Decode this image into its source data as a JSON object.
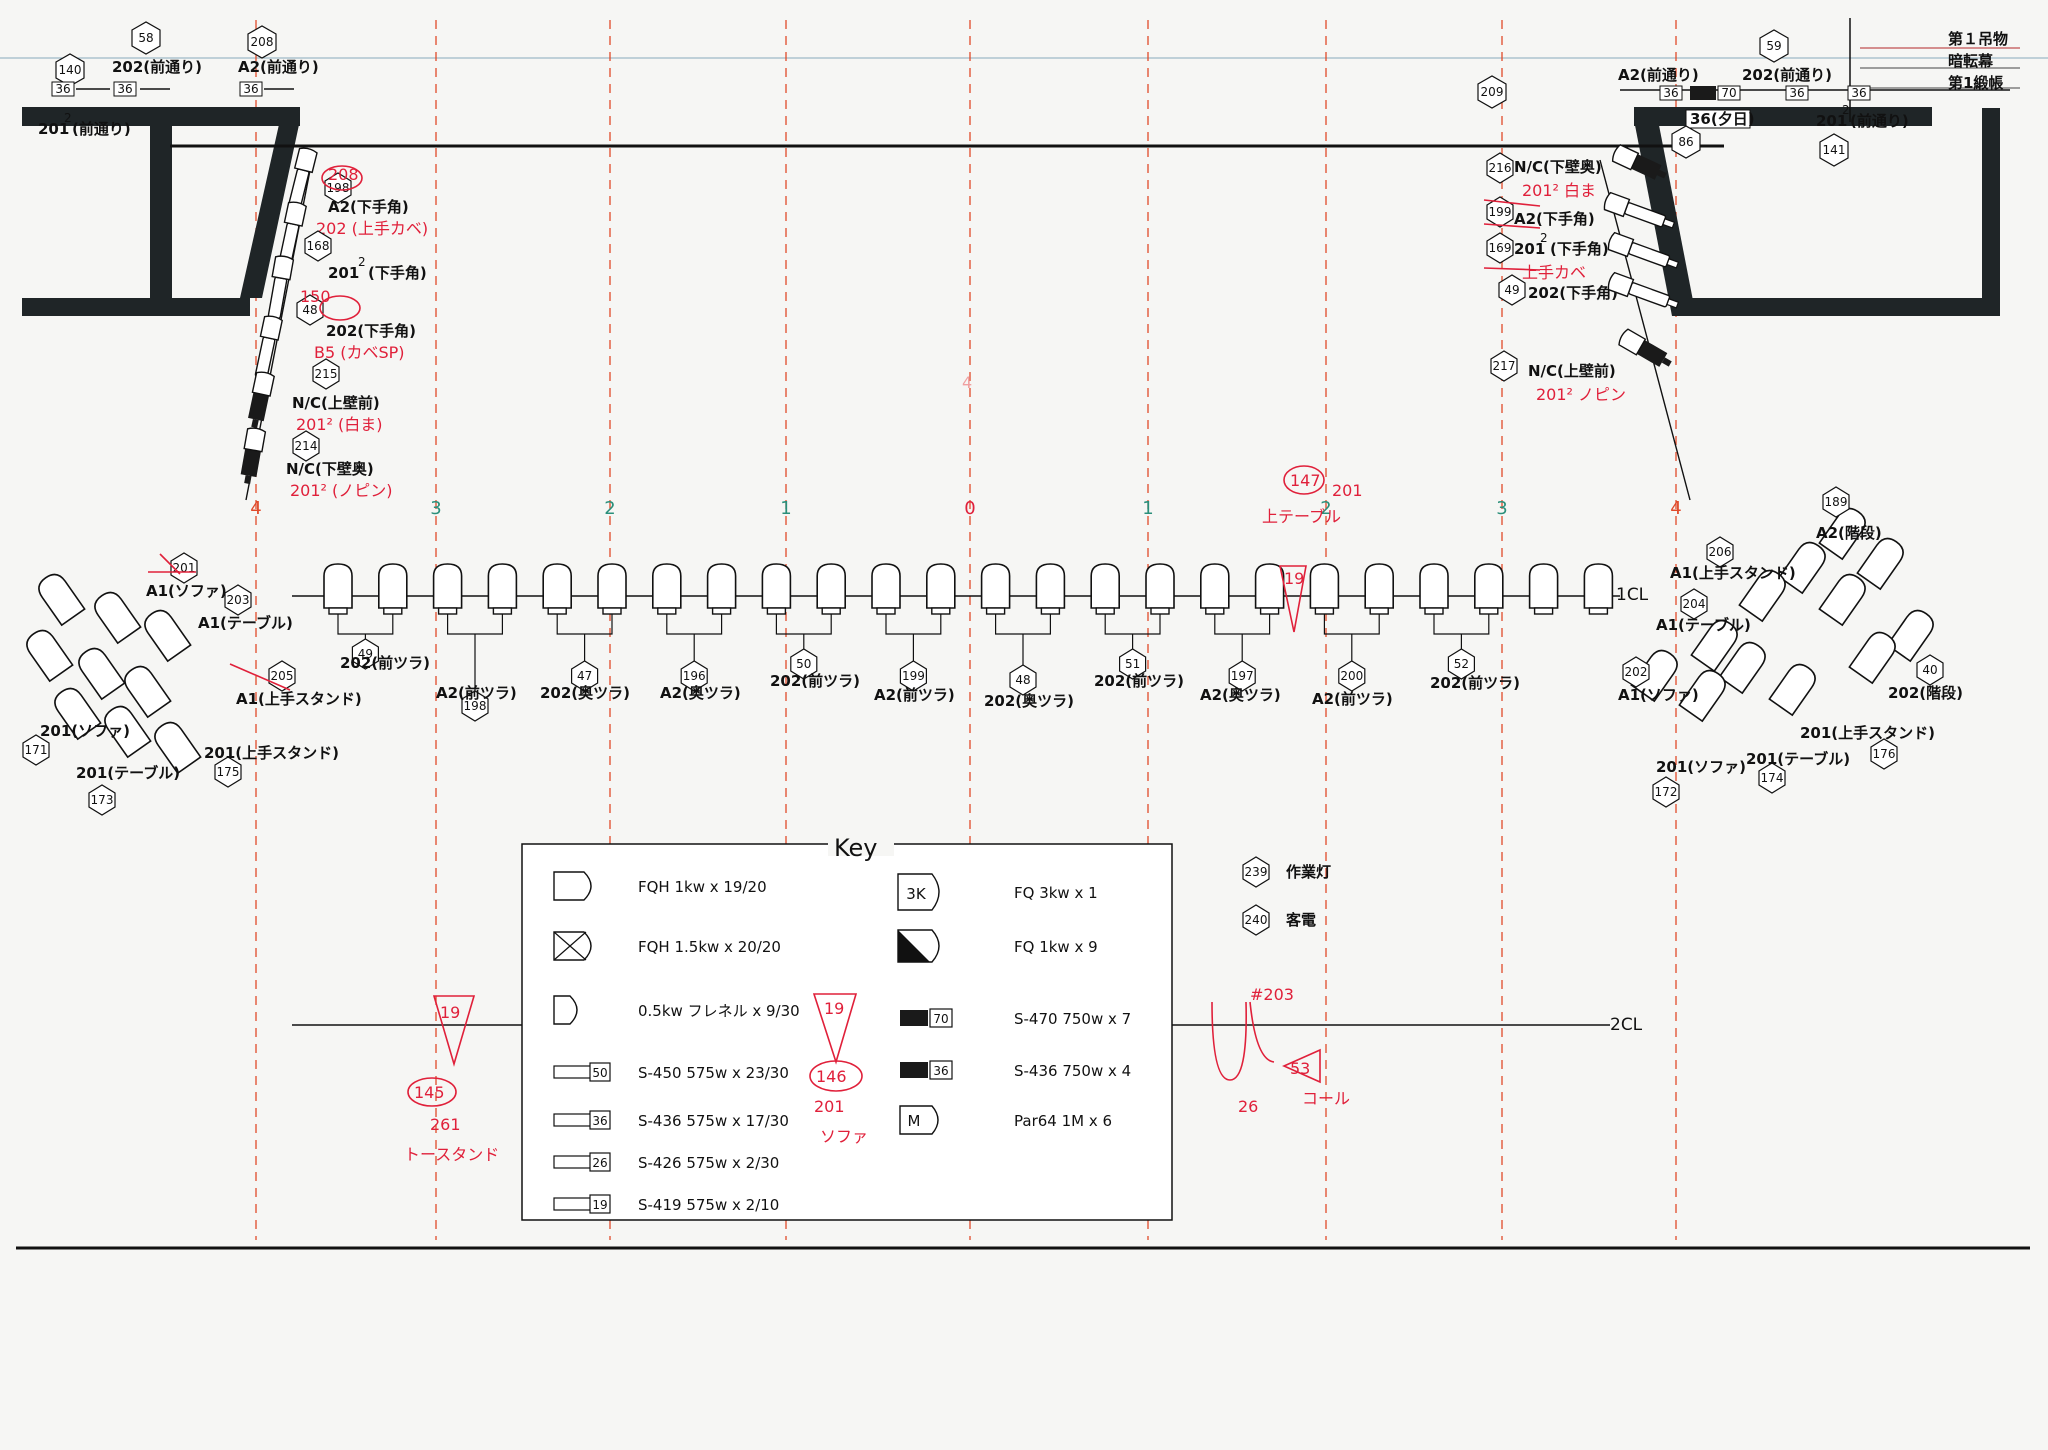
{
  "legend_title": "Key",
  "key_items": [
    {
      "symbol": "fqh",
      "label": "FQH 1kw x 19/20"
    },
    {
      "symbol": "fqh-x",
      "label": "FQH 1.5kw x 20/20"
    },
    {
      "symbol": "fresnel",
      "label": "0.5kw フレネル x 9/30"
    },
    {
      "symbol": "s450",
      "badge": "50",
      "label": "S-450 575w x 23/30"
    },
    {
      "symbol": "s436",
      "badge": "36",
      "label": "S-436 575w x 17/30"
    },
    {
      "symbol": "s426",
      "badge": "26",
      "label": "S-426  575w  x 2/30"
    },
    {
      "symbol": "s419",
      "badge": "19",
      "label": "S-419 575w x 2/10"
    },
    {
      "symbol": "fq3k",
      "badge": "3K",
      "label": "FQ 3kw x 1"
    },
    {
      "symbol": "fq1k",
      "label": "FQ 1kw x 9"
    },
    {
      "symbol": "s470",
      "badge": "70",
      "label": "S-470 750w x 7"
    },
    {
      "symbol": "s436b",
      "badge": "36",
      "label": "S-436 750w x 4"
    },
    {
      "symbol": "par",
      "badge": "M",
      "label": "Par64 1M x 6"
    }
  ],
  "outlets": [
    {
      "num": "239",
      "label": "作業灯"
    },
    {
      "num": "240",
      "label": "客電"
    }
  ],
  "battens_legend": [
    "第１吊物",
    "暗転幕",
    "第1緞帳"
  ],
  "centerlines": {
    "cl1": "1CL",
    "cl2": "2CL"
  },
  "ticks": [
    "4",
    "3",
    "2",
    "1",
    "0",
    "1",
    "2",
    "3",
    "4"
  ],
  "tick_colors": {
    "left": "#e04a2a",
    "mid": "#2a8f7a",
    "center": "#e0203a"
  },
  "row_groups": [
    {
      "num": "49",
      "label": "202(前ツラ)"
    },
    {
      "num": "198",
      "label": "A2(前ツラ)"
    },
    {
      "num": "47",
      "label": "202(奥ツラ)"
    },
    {
      "num": "196",
      "label": "A2(奥ツラ)"
    },
    {
      "num": "50",
      "label": "202(前ツラ)"
    },
    {
      "num": "199",
      "label": "A2(前ツラ)"
    },
    {
      "num": "48",
      "label": "202(奥ツラ)"
    },
    {
      "num": "51",
      "label": "202(前ツラ)"
    },
    {
      "num": "197",
      "label": "A2(奥ツラ)"
    },
    {
      "num": "200",
      "label": "A2(前ツラ)"
    },
    {
      "num": "52",
      "label": "202(前ツラ)"
    }
  ],
  "top_left": {
    "n1": "140",
    "n2": "58",
    "n3": "208",
    "lab1": "202(前通り)",
    "lab2": "A2(前通り)",
    "lab3": "201",
    "lab3sup": "2",
    "lab3b": "(前通り)",
    "b36": "36"
  },
  "top_right": {
    "n59": "59",
    "n209": "209",
    "n86": "86",
    "n141": "141",
    "lab1": "A2(前通り)",
    "lab2": "202(前通り)",
    "lab3": "36(夕日)",
    "lab4": "201",
    "lab4sup": "2",
    "lab4b": "(前通り)",
    "b36": "36",
    "b70": "70"
  },
  "left_boom": [
    {
      "num": "198",
      "label": "A2(下手角)",
      "note": "202 (上手カベ)",
      "rednum": "208"
    },
    {
      "num": "168",
      "label": "201",
      "sup": "2",
      "labelb": "(下手角)"
    },
    {
      "num": "48",
      "label": "202(下手角)",
      "note": "B5 (カベSP)",
      "rednum": "150"
    },
    {
      "num": "215",
      "label": "N/C(上壁前)",
      "note": "201² (白ま)"
    },
    {
      "num": "214",
      "label": "N/C(下壁奥)",
      "note": "201² (ノピン)"
    }
  ],
  "right_boom": [
    {
      "num": "216",
      "label": "N/C(下壁奥)",
      "note": "201² 白ま"
    },
    {
      "num": "199",
      "label": "A2(下手角)"
    },
    {
      "num": "169",
      "label": "201",
      "sup": "2",
      "labelb": "(下手角)",
      "note": "上手カベ"
    },
    {
      "num": "49",
      "label": "202(下手角)"
    },
    {
      "num": "217",
      "label": "N/C(上壁前)",
      "note": "201²  ノピン"
    }
  ],
  "left_audience": [
    {
      "num": "201",
      "label": "A1(ソファ)"
    },
    {
      "num": "203",
      "label": "A1(テーブル)"
    },
    {
      "num": "205",
      "label": "A1(上手スタンド)"
    },
    {
      "num": "171",
      "label": "201(ソファ)"
    },
    {
      "num": "173",
      "label": "201(テーブル)"
    },
    {
      "num": "175",
      "label": "201(上手スタンド)"
    }
  ],
  "right_audience": [
    {
      "num": "189",
      "label": "A2(階段)"
    },
    {
      "num": "206",
      "label": "A1(上手スタンド)"
    },
    {
      "num": "204",
      "label": "A1(テーブル)"
    },
    {
      "num": "202",
      "label": "A1(ソファ)"
    },
    {
      "num": "40",
      "label": "202(階段)"
    },
    {
      "num": "176",
      "label": "201(上手スタンド)"
    },
    {
      "num": "172",
      "label": "201(ソファ)"
    },
    {
      "num": "174",
      "label": "201(テーブル)"
    }
  ],
  "red_annotations": {
    "top_center": "147",
    "top_center_note": "201",
    "top_center_note2": "上テーブル",
    "row_badge": "19",
    "low_left_num": "145",
    "low_left_badge": "19",
    "low_left_a": "261",
    "low_left_b": "トースタンド",
    "low_mid_num": "146",
    "low_mid_badge": "19",
    "low_mid_a": "201",
    "low_mid_b": "ソファ",
    "low_right_num": "53",
    "low_right_a": "26",
    "low_right_b": "コール",
    "low_right_c": "#203",
    "faint": "4"
  }
}
